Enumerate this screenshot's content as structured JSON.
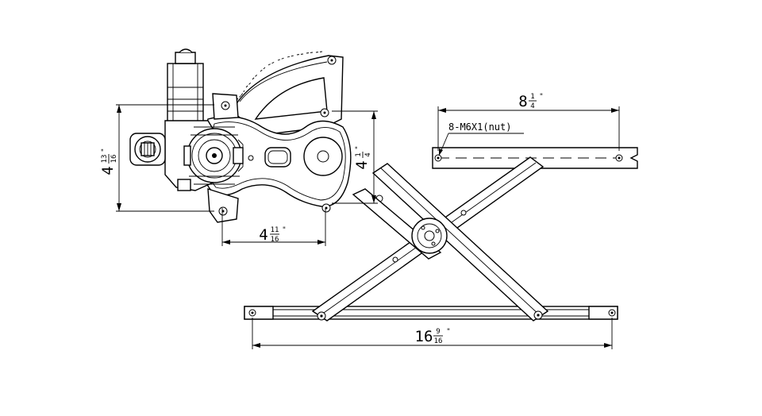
{
  "dimensions": {
    "motor_height": {
      "whole": "4",
      "num": "13",
      "den": "16",
      "unit": "\""
    },
    "sector_height": {
      "whole": "4",
      "num": "1",
      "den": "4",
      "unit": "\""
    },
    "motor_width": {
      "whole": "4",
      "num": "11",
      "den": "16",
      "unit": "\""
    },
    "overall_length": {
      "whole": "16",
      "num": "9",
      "den": "16",
      "unit": "\""
    },
    "top_rail_length": {
      "whole": "8",
      "num": "1",
      "den": "4",
      "unit": "\""
    }
  },
  "nut_label": "8-M6X1(nut)"
}
